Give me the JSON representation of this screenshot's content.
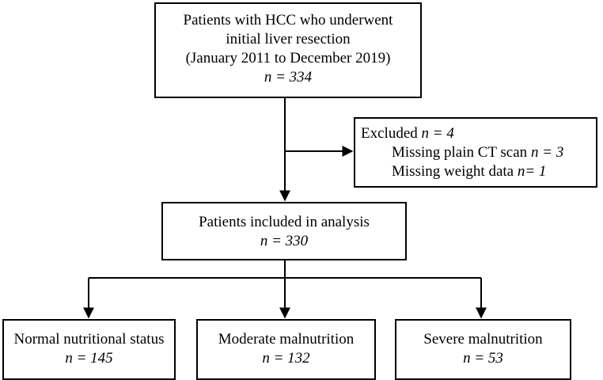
{
  "top_box": {
    "line1": "Patients with HCC who underwent",
    "line2": "initial liver resection",
    "line3": "(January 2011 to December 2019)",
    "count": "n = 334"
  },
  "excluded_box": {
    "label": "Excluded ",
    "count": "n = 4",
    "items": [
      {
        "label": "Missing plain CT scan ",
        "count": "n = 3"
      },
      {
        "label": "Missing weight data ",
        "count": "n= 1"
      }
    ]
  },
  "included_box": {
    "label": "Patients included in analysis",
    "count": "n = 330"
  },
  "groups": [
    {
      "label": "Normal nutritional status",
      "count": "n = 145"
    },
    {
      "label": "Moderate malnutrition",
      "count": "n = 132"
    },
    {
      "label": "Severe malnutrition",
      "count": "n = 53"
    }
  ]
}
